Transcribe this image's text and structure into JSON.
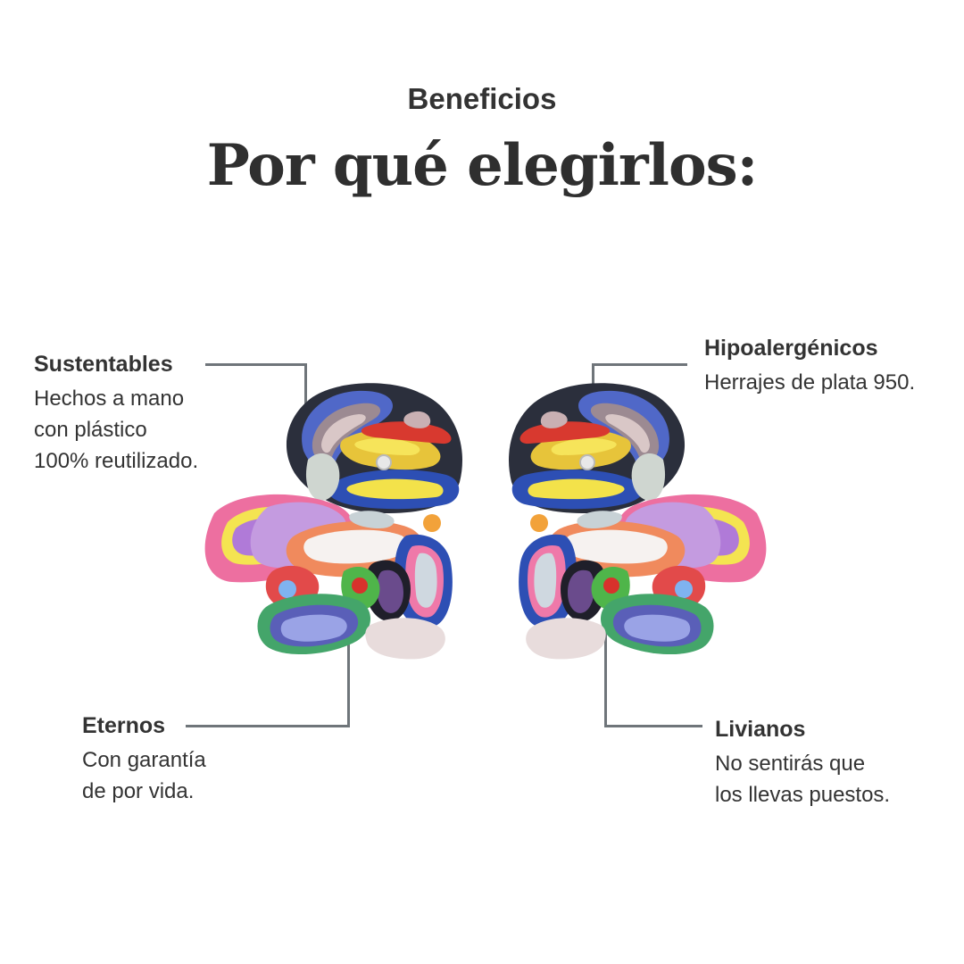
{
  "header": {
    "eyebrow": "Beneficios",
    "title": "Por qué elegirlos:"
  },
  "benefits": {
    "sustentables": {
      "title": "Sustentables",
      "line1": "Hechos a mano",
      "line2": "con plástico",
      "line3": "100% reutilizado."
    },
    "hipoalergenicos": {
      "title": "Hipoalergénicos",
      "line1": "Herrajes de plata 950."
    },
    "eternos": {
      "title": "Eternos",
      "line1": "Con garantía",
      "line2": "de por vida."
    },
    "livianos": {
      "title": "Livianos",
      "line1": "No sentirás que",
      "line2": "los llevas puestos."
    }
  },
  "colors": {
    "text": "#333333",
    "connector": "#6f757a",
    "background": "#ffffff"
  }
}
